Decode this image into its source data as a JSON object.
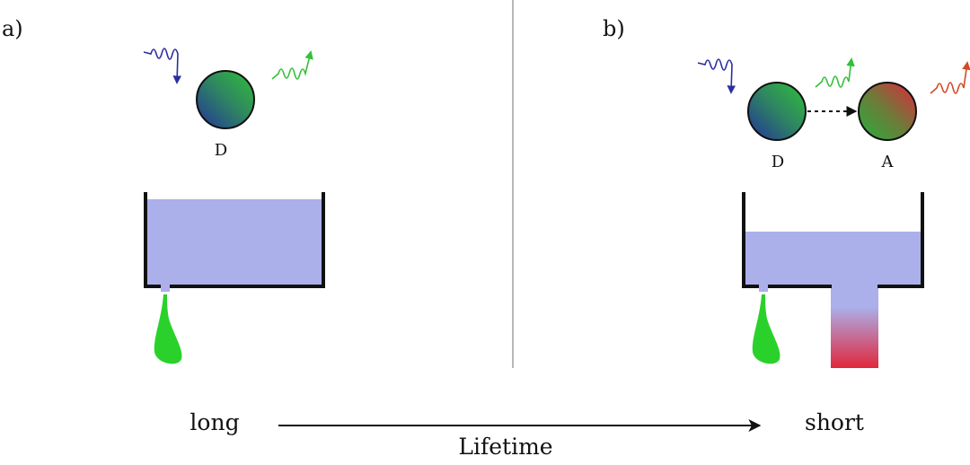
{
  "panels": [
    {
      "label": "a)",
      "donor_label": "D"
    },
    {
      "label": "b)",
      "donor_label": "D",
      "acceptor_label": "A"
    }
  ],
  "axis": {
    "left_label": "long",
    "right_label": "short",
    "caption": "Lifetime"
  },
  "colors": {
    "tank_fluid": "#abafea",
    "drop": "#2bd12b",
    "excitation_wave": "#2b2f9e",
    "donor_emission_wave": "#34c038",
    "acceptor_emission_wave": "#d24a26",
    "acceptor_drain_bottom": "#e0283c",
    "divider": "#888888"
  }
}
